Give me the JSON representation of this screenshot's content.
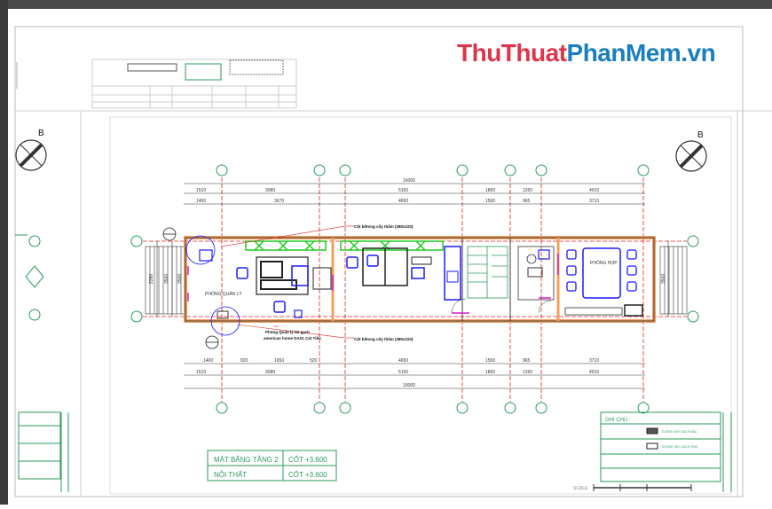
{
  "watermark": {
    "part1": "ThuThuat",
    "part2": "PhanMem",
    "part3": ".vn"
  },
  "drawing": {
    "compass_label": "B",
    "callouts": {
      "top": "Cột bêtong cốy thâm (380x220)",
      "bottom": "Cột bêtong cốy thâm (380x220)",
      "floor_note_line1": "Phòng Quản lý lát gạch",
      "floor_note_line2": "american home DA01 Cát Tiên"
    },
    "room_label": "PHÒNG QUẢN LÝ",
    "meeting_label": "PHÒNG HỌP",
    "dims_top_total": "16000",
    "dims_top_row1": [
      "1510",
      "3080",
      "5150",
      "1800",
      "1260",
      "4010"
    ],
    "dims_top_row2": [
      "1400",
      "3670",
      "4650",
      "1500",
      "965",
      "3710"
    ],
    "dims_bottom_row1": [
      "1400",
      "820",
      "1650",
      "520",
      "4650",
      "1500",
      "965",
      "3710"
    ],
    "dims_bottom_row2": [
      "1510",
      "3080",
      "5150",
      "1800",
      "1260",
      "4010"
    ],
    "dims_bottom_total": "16000",
    "left_dims": [
      "2280",
      "3500",
      "3500"
    ],
    "right_dims": [
      "3500"
    ]
  },
  "title_block": {
    "row1_left": "MẶT BẰNG TẦNG 2",
    "row1_right": "CỐT +3.600",
    "row2_left": "NỘI THẤT",
    "row2_right": "CỐT +3.600"
  },
  "legend": {
    "title": "GHI CHÚ :",
    "item1": "TƯỜNG XÂY GẠCH ĐẶC",
    "item2": "TƯỜNG XÂY GẠCH ỐNG"
  },
  "scale_label": "SCALE",
  "colors": {
    "line_dark": "#222222",
    "grid_red": "#e02020",
    "accent_green": "#2a9a5a",
    "furniture_blue": "#1a1aff"
  }
}
